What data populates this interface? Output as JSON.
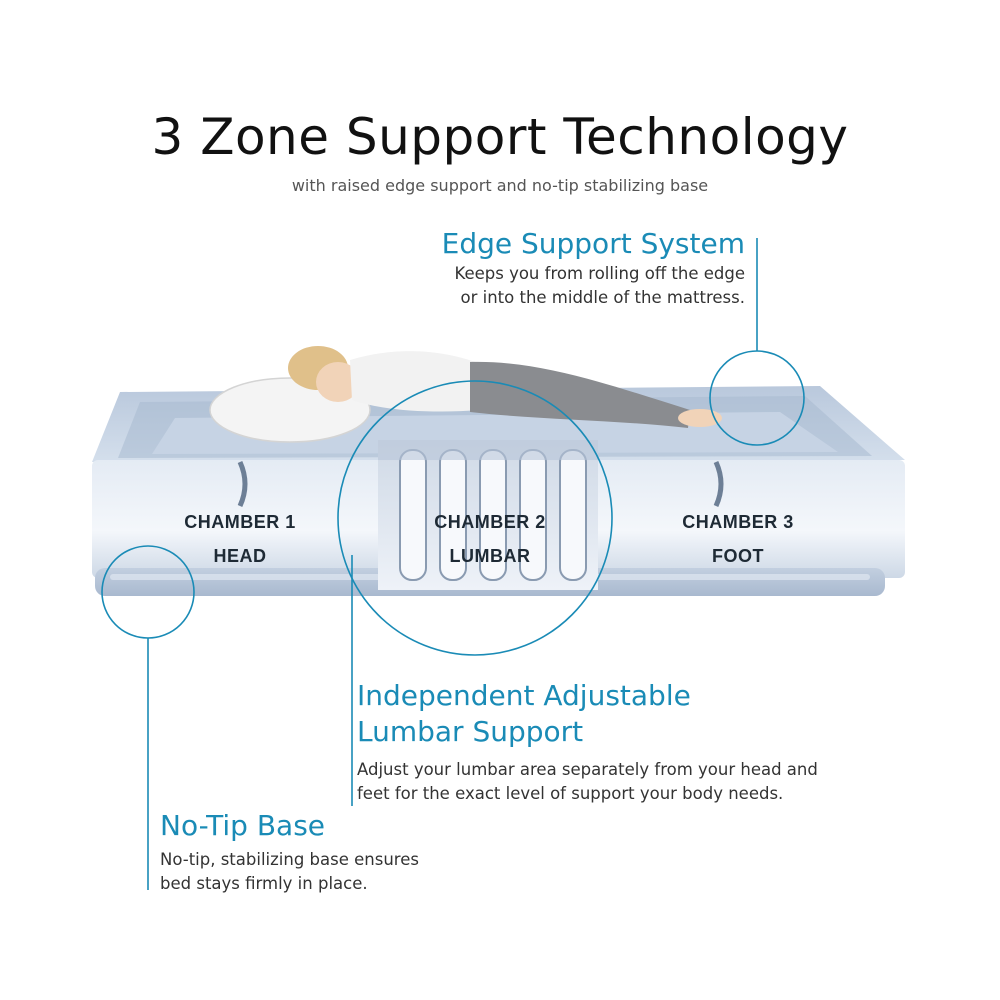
{
  "header": {
    "title": "3 Zone Support Technology",
    "subtitle": "with raised edge support and no-tip stabilizing base"
  },
  "features": {
    "edge": {
      "title": "Edge Support System",
      "line1": "Keeps you from rolling off the edge",
      "line2": "or into the middle of the mattress."
    },
    "lumbar": {
      "title_line1": "Independent Adjustable",
      "title_line2": "Lumbar Support",
      "line1": "Adjust your lumbar area separately from your head and",
      "line2": "feet for the exact level of support your body needs."
    },
    "notip": {
      "title": "No-Tip Base",
      "line1": "No-tip, stabilizing base ensures",
      "line2": "bed stays firmly in place."
    }
  },
  "chambers": [
    {
      "name": "CHAMBER 1",
      "zone": "HEAD"
    },
    {
      "name": "CHAMBER 2",
      "zone": "LUMBAR"
    },
    {
      "name": "CHAMBER 3",
      "zone": "FOOT"
    }
  ],
  "colors": {
    "accent": "#1a8bb6",
    "mattress_top": "#c9d6e6",
    "mattress_side": "#dfe8f3"
  },
  "icons": {
    "person": "sleeping-woman-figure",
    "pillow": "pillow-icon"
  }
}
